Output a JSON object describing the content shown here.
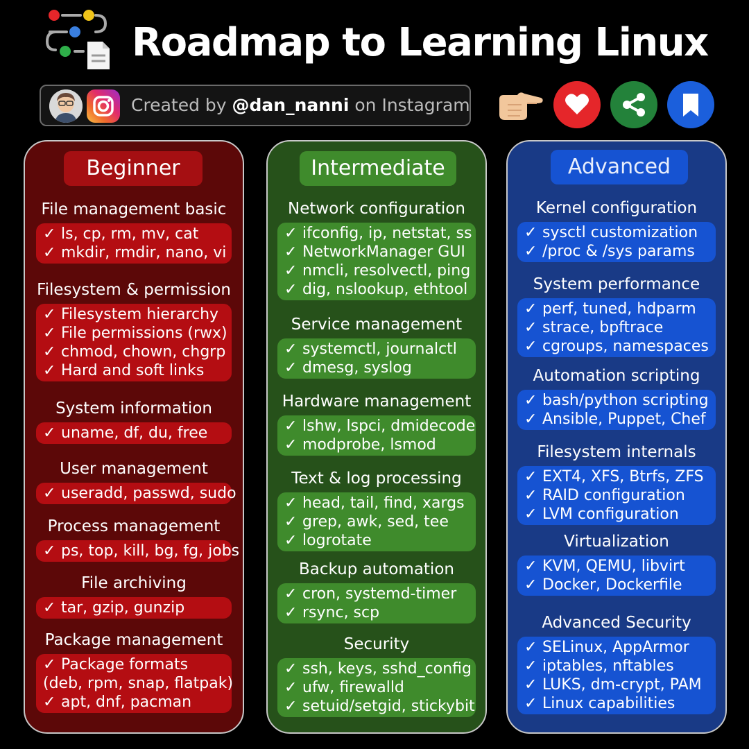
{
  "header": {
    "title": "Roadmap to Learning Linux",
    "credit": {
      "prefix": "Created by ",
      "handle": "@dan_nanni",
      "suffix": " on Instagram"
    }
  },
  "icons": [
    "roadmap-logo-icon",
    "avatar",
    "instagram-icon",
    "pointing-hand-icon",
    "heart-icon",
    "share-icon",
    "bookmark-icon"
  ],
  "colors": {
    "beginner_bg": "#5c0808",
    "beginner_accent": "#b40d12",
    "intermediate_bg": "#26511a",
    "intermediate_accent": "#3f8b2c",
    "advanced_bg": "#193a86",
    "advanced_accent": "#1653d2",
    "like": "#e5262a",
    "share": "#23823a",
    "save": "#1b5fdc"
  },
  "check": "✓",
  "columns": [
    {
      "level": "Beginner",
      "sections": [
        {
          "title": "File management basic",
          "items": [
            "ls, cp, rm, mv, cat",
            "mkdir, rmdir, nano, vi"
          ]
        },
        {
          "title": "Filesystem & permission",
          "items": [
            "Filesystem hierarchy",
            "File permissions (rwx)",
            "chmod, chown, chgrp",
            "Hard and soft links"
          ]
        },
        {
          "title": "System information",
          "items": [
            "uname, df, du, free"
          ]
        },
        {
          "title": "User management",
          "items": [
            "useradd, passwd, sudo"
          ]
        },
        {
          "title": "Process management",
          "items": [
            "ps, top, kill, bg, fg, jobs"
          ]
        },
        {
          "title": "File archiving",
          "items": [
            "tar, gzip, gunzip"
          ]
        },
        {
          "title": "Package management",
          "items": [
            "Package formats",
            "(deb, rpm, snap, flatpak)",
            "apt, dnf, pacman"
          ]
        }
      ]
    },
    {
      "level": "Intermediate",
      "sections": [
        {
          "title": "Network configuration",
          "items": [
            "ifconfig, ip, netstat, ss",
            "NetworkManager GUI",
            "nmcli, resolvectl, ping",
            "dig, nslookup, ethtool"
          ]
        },
        {
          "title": "Service management",
          "items": [
            "systemctl, journalctl",
            "dmesg, syslog"
          ]
        },
        {
          "title": "Hardware management",
          "items": [
            "lshw, lspci, dmidecode",
            "modprobe, lsmod"
          ]
        },
        {
          "title": "Text & log processing",
          "items": [
            "head, tail, find, xargs",
            "grep, awk, sed, tee",
            "logrotate"
          ]
        },
        {
          "title": "Backup automation",
          "items": [
            "cron, systemd-timer",
            "rsync, scp"
          ]
        },
        {
          "title": "Security",
          "items": [
            "ssh, keys, sshd_config",
            "ufw, firewalld",
            "setuid/setgid, stickybit"
          ]
        }
      ]
    },
    {
      "level": "Advanced",
      "sections": [
        {
          "title": "Kernel configuration",
          "items": [
            "sysctl customization",
            "/proc & /sys params"
          ]
        },
        {
          "title": "System performance",
          "items": [
            "perf, tuned, hdparm",
            "strace, bpftrace",
            "cgroups, namespaces"
          ]
        },
        {
          "title": "Automation scripting",
          "items": [
            "bash/python scripting",
            "Ansible, Puppet, Chef"
          ]
        },
        {
          "title": "Filesystem internals",
          "items": [
            "EXT4, XFS, Btrfs, ZFS",
            "RAID configuration",
            "LVM configuration"
          ]
        },
        {
          "title": "Virtualization",
          "items": [
            "KVM, QEMU, libvirt",
            "Docker, Dockerfile"
          ]
        },
        {
          "title": "Advanced Security",
          "items": [
            "SELinux, AppArmor",
            "iptables, nftables",
            "LUKS, dm-crypt, PAM",
            "Linux capabilities"
          ]
        }
      ]
    }
  ]
}
